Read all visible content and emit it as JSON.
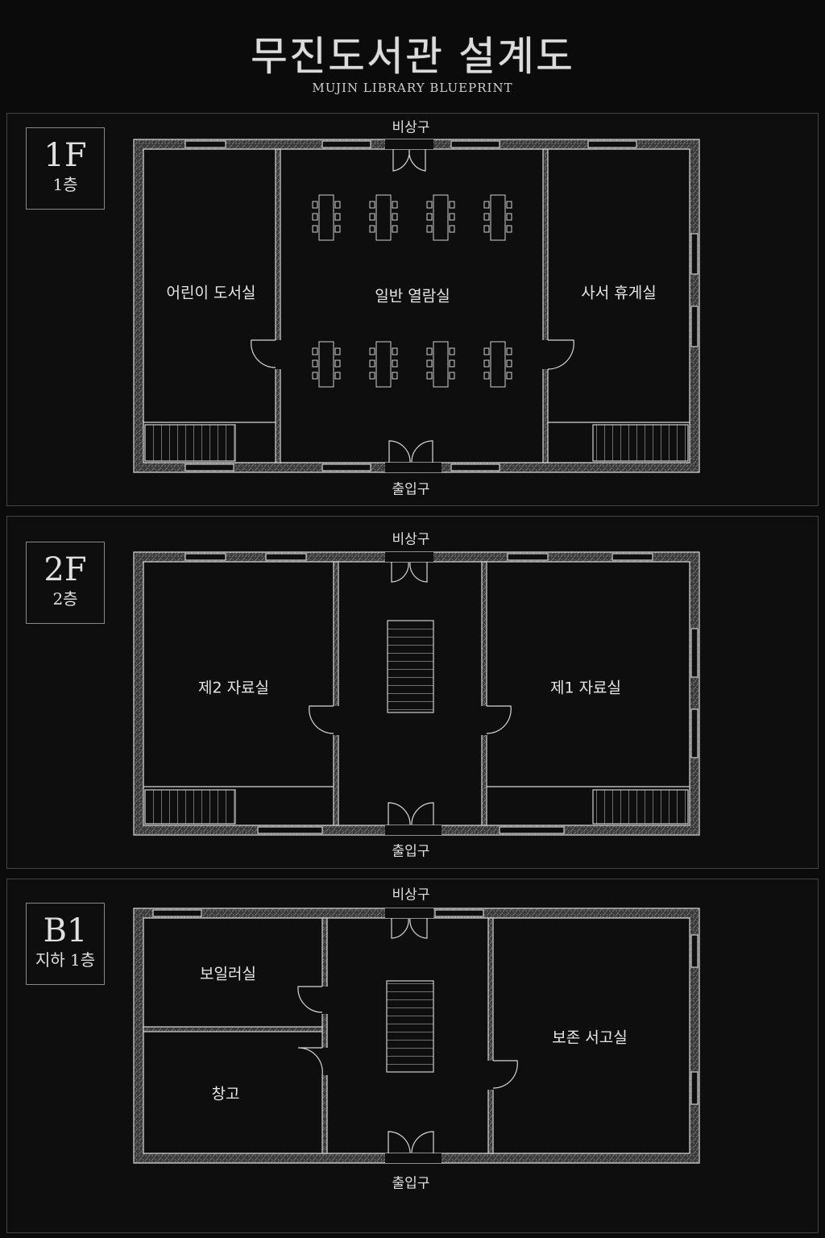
{
  "header": {
    "title": "무진도서관 설계도",
    "subtitle": "MUJIN LIBRARY BLUEPRINT"
  },
  "floors": [
    {
      "level": "1F",
      "level_label": "1층",
      "rooms": [
        "어린이 도서실",
        "일반 열람실",
        "사서 휴게실"
      ],
      "emergency_exit": "비상구",
      "entrance": "출입구"
    },
    {
      "level": "2F",
      "level_label": "2층",
      "rooms": [
        "제2 자료실",
        "제1 자료실"
      ],
      "emergency_exit": "비상구",
      "entrance": "출입구"
    },
    {
      "level": "B1",
      "level_label": "지하 1층",
      "rooms": [
        "보일러실",
        "창고",
        "보존 서고실"
      ],
      "emergency_exit": "비상구",
      "entrance": "출입구"
    }
  ],
  "colors": {
    "background": "#0b0b0b",
    "line": "#d8d8d8",
    "wall_fill": "#555555"
  }
}
